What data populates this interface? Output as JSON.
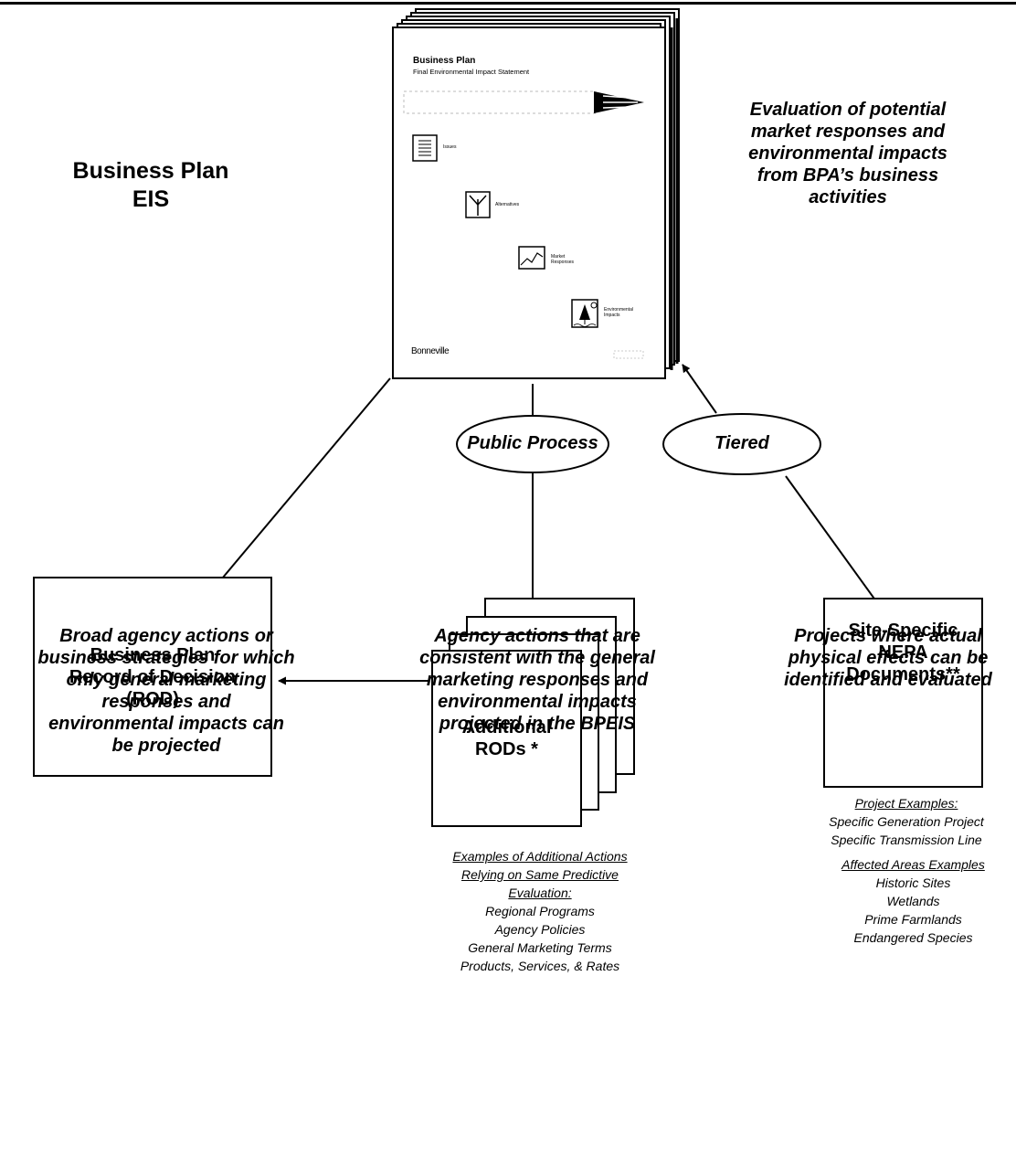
{
  "cover": {
    "title": "Business Plan",
    "subtitle": "Final Environmental Impact Statement",
    "sections": [
      "Issues",
      "Alternatives",
      "Market Responses",
      "Environmental Impacts"
    ],
    "logo": "Bonneville"
  },
  "business_plan_eis": [
    "Business Plan",
    "EIS"
  ],
  "evaluation_text": [
    "Evaluation of potential",
    "market responses and",
    "environmental impacts",
    "from BPA’s business",
    "activities"
  ],
  "ovals": {
    "public_process": "Public Process",
    "tiered": "Tiered"
  },
  "broad_actions": [
    "Broad agency actions or",
    "business strategies for which",
    "only general marketing",
    "responses and",
    "environmental impacts can",
    "be projected"
  ],
  "agency_actions": [
    "Agency actions that are",
    "consistent with the general",
    "marketing responses and",
    "environmental impacts",
    "projected in the BPEIS"
  ],
  "projects_text": [
    "Projects where actual",
    "physical effects can be",
    "identified and evaluated"
  ],
  "rod_box": [
    "Business Plan",
    "Record of Decision",
    "(ROD)"
  ],
  "additional_rods": [
    "Additional",
    "RODs *"
  ],
  "site_specific": [
    "Site-Specific",
    "NEPA",
    "Documents**"
  ],
  "examples_additional": {
    "heading": [
      "Examples of Additional Actions",
      "Relying on Same Predictive",
      "Evaluation:"
    ],
    "items": [
      "Regional Programs",
      "Agency Policies",
      "General Marketing Terms",
      "Products, Services, & Rates"
    ]
  },
  "project_examples": {
    "heading": "Project Examples:",
    "items": [
      "Specific Generation Project",
      "Specific Transmission Line"
    ]
  },
  "affected_areas": {
    "heading": "Affected Areas Examples",
    "items": [
      "Historic Sites",
      "Wetlands",
      "Prime Farmlands",
      "Endangered Species"
    ]
  }
}
